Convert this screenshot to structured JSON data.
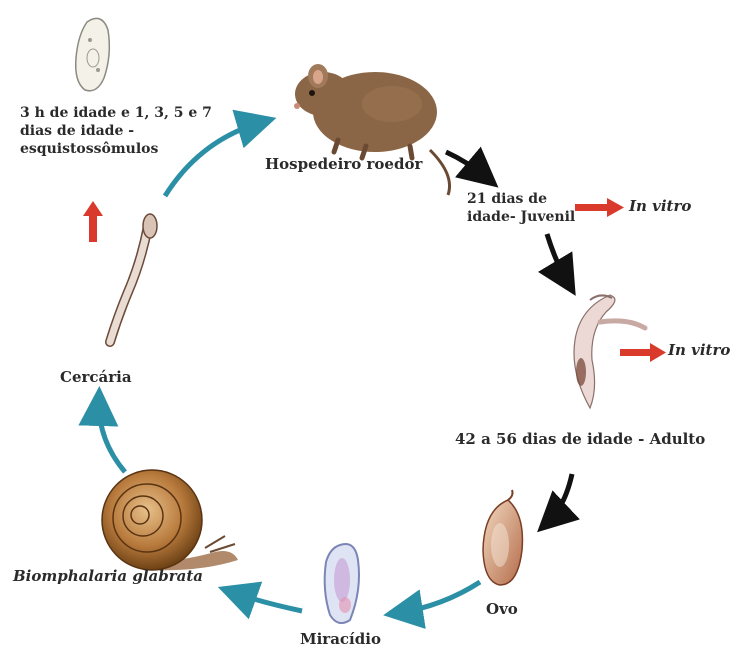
{
  "stages": {
    "schistosomula": "3 h de idade e 1, 3, 5 e 7 dias de idade - esquistossômulos",
    "host": "Hospedeiro roedor",
    "juvenile": "21 dias de idade- Juvenil",
    "in_vitro_juvenile": "In vitro",
    "in_vitro_adult": "In vitro",
    "adult": "42 a 56 dias de idade - Adulto",
    "egg": "Ovo",
    "miracidium": "Miracídio",
    "snail": "Biomphalaria glabrata",
    "cercaria": "Cercária"
  },
  "colors": {
    "cycle_arrow_teal": "#2b8fa6",
    "cycle_arrow_black": "#111111",
    "in_vitro_arrow_red": "#d93a2b"
  }
}
